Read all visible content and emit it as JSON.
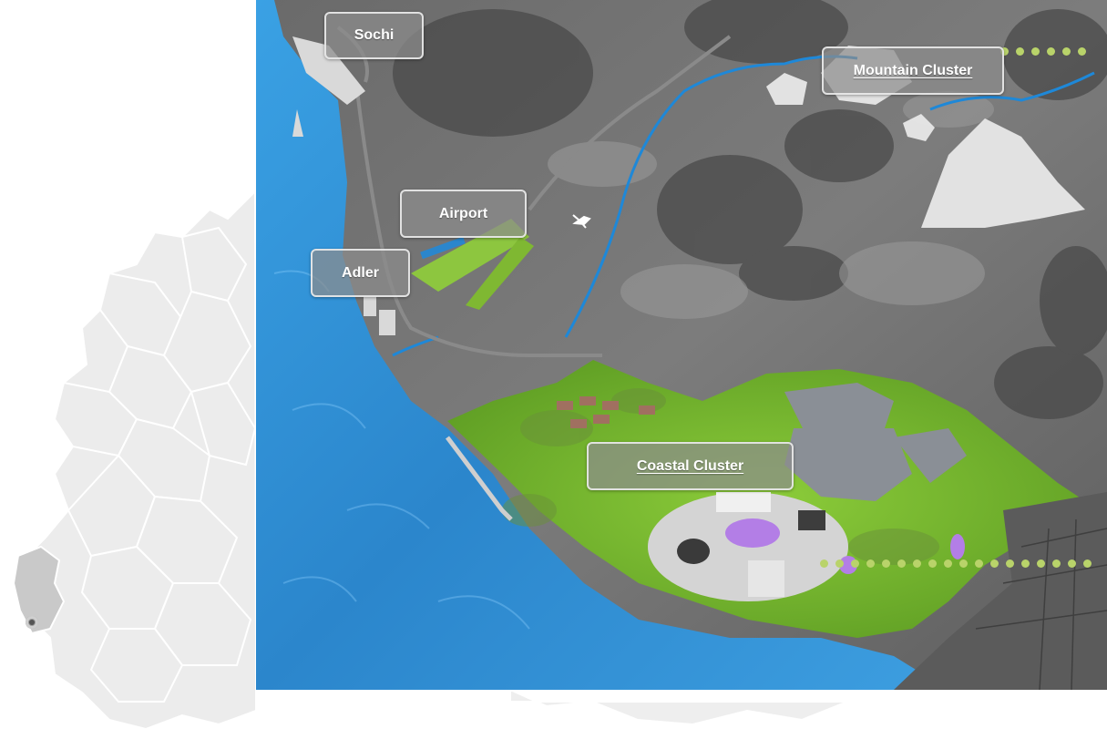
{
  "map": {
    "labels": {
      "sochi": "Sochi",
      "airport": "Airport",
      "adler": "Adler",
      "mountain_cluster": "Mountain Cluster",
      "coastal_cluster": "Coastal Cluster"
    },
    "colors": {
      "sea": "#2f8fd3",
      "terrain": "#6f6f6f",
      "venue_green": "#7fbe2e",
      "river": "#1e88d8",
      "connector_dots": "#b9d36a",
      "region_map": "#e9e9e9"
    }
  }
}
